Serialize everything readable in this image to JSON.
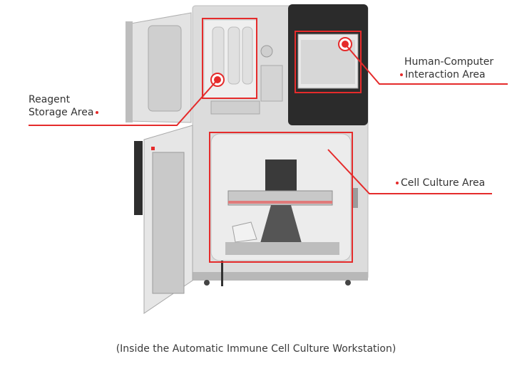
{
  "labels": {
    "reagent_line1": "Reagent",
    "reagent_line2": "Storage Area",
    "hci_line1": "Human-Computer",
    "hci_line2": "Interaction Area",
    "culture": "Cell Culture Area"
  },
  "caption": "(Inside the Automatic Immune Cell Culture Workstation)",
  "colors": {
    "accent": "#e52b2b",
    "body": "#d9d9d9",
    "dark_panel": "#2b2b2b",
    "text": "#333333"
  }
}
